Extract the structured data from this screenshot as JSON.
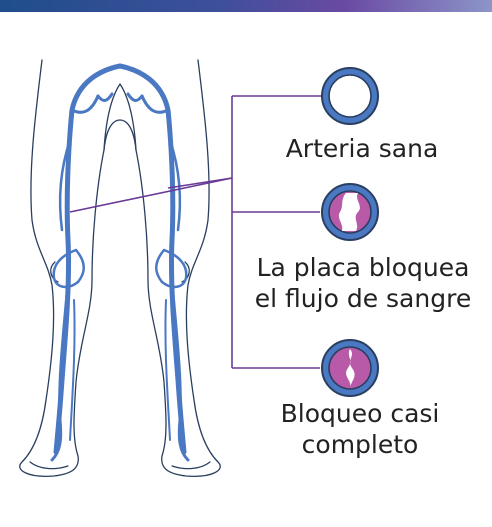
{
  "header": {
    "accent_bar_colors": [
      "#1f4e8c",
      "#6a4aa3",
      "#8c95c8"
    ]
  },
  "diagram": {
    "figure_icon": "legs-artery-illustration",
    "callouts": [
      {
        "label": "Arteria sana",
        "state": "healthy",
        "icon": "healthy-artery-icon"
      },
      {
        "label": "La placa bloquea\nel flujo de sangre",
        "state": "plaque",
        "icon": "plaque-artery-icon"
      },
      {
        "label": "Bloqueo casi\ncompleto",
        "state": "near-complete",
        "icon": "blocked-artery-icon"
      }
    ],
    "colors": {
      "vessel": "#4a78c2",
      "outline": "#2a3f5f",
      "artery_ring": "#4a78c2",
      "plaque": "#b95aa9",
      "connector": "#6a3a96"
    }
  }
}
